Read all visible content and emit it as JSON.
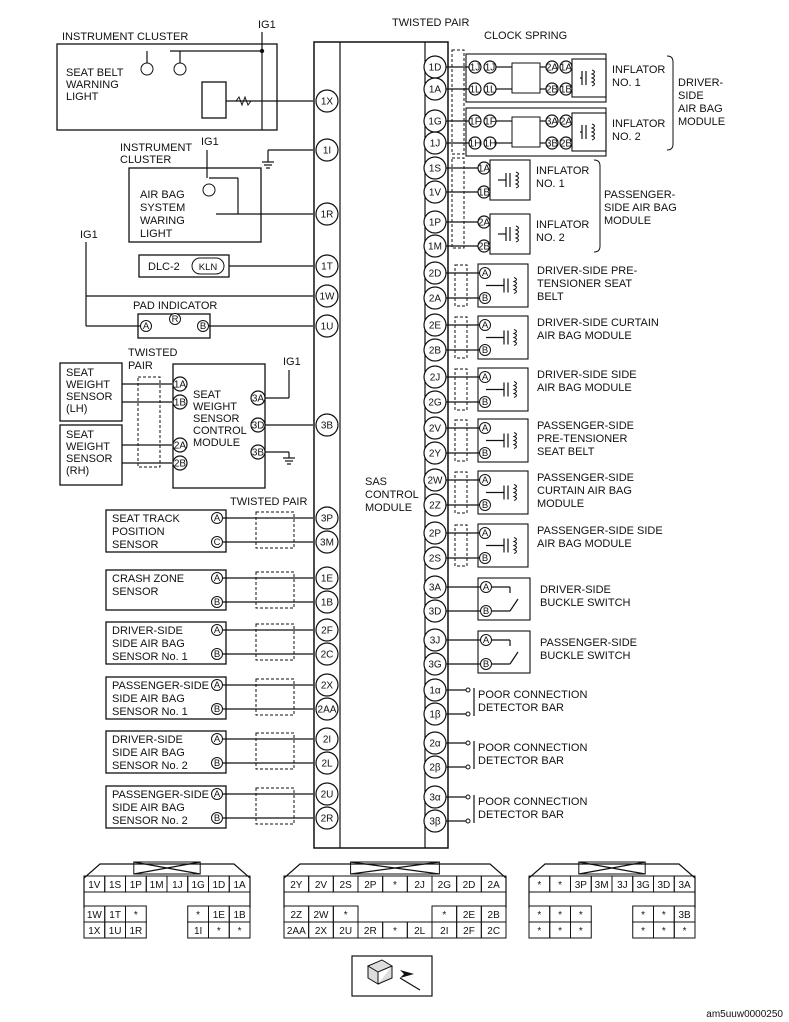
{
  "footer_code": "am5uuw0000250",
  "module": {
    "label_lines": [
      "SAS",
      "CONTROL",
      "MODULE"
    ]
  },
  "top_labels": {
    "twisted_pair_top": "TWISTED PAIR",
    "clock_spring": "CLOCK SPRING",
    "twisted_pair_left": "TWISTED PAIR",
    "twisted_pair_weight": [
      "TWISTED",
      "PAIR"
    ]
  },
  "left_components": {
    "cluster1": {
      "title": "INSTRUMENT CLUSTER",
      "ig": "IG1",
      "light_lines": [
        "SEAT BELT",
        "WARNING",
        "LIGHT"
      ],
      "pin": "1X"
    },
    "cluster2": {
      "title_lines": [
        "INSTRUMENT",
        "CLUSTER"
      ],
      "ig": "IG1",
      "light_lines": [
        "AIR BAG",
        "SYSTEM",
        "WARING",
        "LIGHT"
      ],
      "pins": [
        "1I",
        "1R"
      ]
    },
    "dlc": {
      "label": "DLC-2",
      "terminal": "KLN",
      "pin": "1T"
    },
    "ig1_left": "IG1",
    "pad": {
      "title": "PAD INDICATOR",
      "a": "A",
      "r": "R",
      "b": "B",
      "pins": [
        "1W",
        "1U"
      ]
    },
    "weight": {
      "sensor_lh_lines": [
        "SEAT",
        "WEIGHT",
        "SENSOR",
        "(LH)"
      ],
      "sensor_rh_lines": [
        "SEAT",
        "WEIGHT",
        "SENSOR",
        "(RH)"
      ],
      "module_lines": [
        "SEAT",
        "WEIGHT",
        "SENSOR",
        "CONTROL",
        "MODULE"
      ],
      "ig": "IG1",
      "pins_left": [
        "1A",
        "1B",
        "2A",
        "2B"
      ],
      "pins_right": [
        "3A",
        "3D",
        "3B"
      ],
      "sas_pin": "3B"
    },
    "sensors": [
      {
        "lines": [
          "SEAT TRACK",
          "POSITION",
          "SENSOR"
        ],
        "t1": "A",
        "t2": "C",
        "pins": [
          "3P",
          "3M"
        ]
      },
      {
        "lines": [
          "CRASH ZONE",
          "SENSOR"
        ],
        "t1": "A",
        "t2": "B",
        "pins": [
          "1E",
          "1B"
        ]
      },
      {
        "lines": [
          "DRIVER-SIDE",
          "SIDE AIR BAG",
          "SENSOR No. 1"
        ],
        "t1": "A",
        "t2": "B",
        "pins": [
          "2F",
          "2C"
        ]
      },
      {
        "lines": [
          "PASSENGER-SIDE",
          "SIDE AIR BAG",
          "SENSOR No. 1"
        ],
        "t1": "A",
        "t2": "B",
        "pins": [
          "2X",
          "2AA"
        ]
      },
      {
        "lines": [
          "DRIVER-SIDE",
          "SIDE AIR BAG",
          "SENSOR No. 2"
        ],
        "t1": "A",
        "t2": "B",
        "pins": [
          "2I",
          "2L"
        ]
      },
      {
        "lines": [
          "PASSENGER-SIDE",
          "SIDE AIR BAG",
          "SENSOR No. 2"
        ],
        "t1": "A",
        "t2": "B",
        "pins": [
          "2U",
          "2R"
        ]
      }
    ]
  },
  "right_components": {
    "driver_module": {
      "lines": [
        "DRIVER-",
        "SIDE",
        "AIR BAG",
        "MODULE"
      ]
    },
    "inflators_driver": [
      {
        "lines": [
          "INFLATOR",
          "NO. 1"
        ],
        "pins": [
          "1D",
          "1A"
        ],
        "cs_left": [
          "1J",
          "1L"
        ],
        "cs_right": [
          "2A",
          "2B"
        ],
        "inf_pins": [
          "1A",
          "1B"
        ]
      },
      {
        "lines": [
          "INFLATOR",
          "NO. 2"
        ],
        "pins": [
          "1G",
          "1J"
        ],
        "cs_left": [
          "1F",
          "1H"
        ],
        "cs_right": [
          "3A",
          "3B"
        ],
        "inf_pins": [
          "2A",
          "2B"
        ]
      }
    ],
    "passenger_module": {
      "lines": [
        "PASSENGER-",
        "SIDE AIR BAG",
        "MODULE"
      ]
    },
    "inflators_passenger": [
      {
        "lines": [
          "INFLATOR",
          "NO. 1"
        ],
        "pins": [
          "1S",
          "1V"
        ],
        "inf_pins": [
          "1A",
          "1B"
        ]
      },
      {
        "lines": [
          "INFLATOR",
          "NO. 2"
        ],
        "pins": [
          "1P",
          "1M"
        ],
        "inf_pins": [
          "2A",
          "2B"
        ]
      }
    ],
    "devices": [
      {
        "lines": [
          "DRIVER-SIDE PRE-",
          "TENSIONER SEAT",
          "BELT"
        ],
        "pins": [
          "2D",
          "2A"
        ]
      },
      {
        "lines": [
          "DRIVER-SIDE CURTAIN",
          "AIR BAG MODULE"
        ],
        "pins": [
          "2E",
          "2B"
        ]
      },
      {
        "lines": [
          "DRIVER-SIDE SIDE",
          "AIR BAG MODULE"
        ],
        "pins": [
          "2J",
          "2G"
        ]
      },
      {
        "lines": [
          "PASSENGER-SIDE",
          "PRE-TENSIONER",
          "SEAT BELT"
        ],
        "pins": [
          "2V",
          "2Y"
        ]
      },
      {
        "lines": [
          "PASSENGER-SIDE",
          "CURTAIN AIR BAG",
          "MODULE"
        ],
        "pins": [
          "2W",
          "2Z"
        ]
      },
      {
        "lines": [
          "PASSENGER-SIDE SIDE",
          "AIR BAG MODULE"
        ],
        "pins": [
          "2P",
          "2S"
        ]
      }
    ],
    "buckles": [
      {
        "lines": [
          "DRIVER-SIDE",
          "BUCKLE SWITCH"
        ],
        "pins": [
          "3A",
          "3D"
        ]
      },
      {
        "lines": [
          "PASSENGER-SIDE",
          "BUCKLE SWITCH"
        ],
        "pins": [
          "3J",
          "3G"
        ]
      }
    ],
    "detectors": [
      {
        "lines": [
          "POOR CONNECTION",
          "DETECTOR BAR"
        ],
        "pins": [
          "1α",
          "1β"
        ]
      },
      {
        "lines": [
          "POOR CONNECTION",
          "DETECTOR BAR"
        ],
        "pins": [
          "2α",
          "2β"
        ]
      },
      {
        "lines": [
          "POOR CONNECTION",
          "DETECTOR BAR"
        ],
        "pins": [
          "3α",
          "3β"
        ]
      }
    ],
    "ab": {
      "a": "A",
      "b": "B"
    }
  },
  "connectors": [
    {
      "rows": [
        [
          "1V",
          "1S",
          "1P",
          "1M",
          "1J",
          "1G",
          "1D",
          "1A"
        ],
        [
          "1W",
          "1T",
          "*",
          "",
          "",
          "*",
          "1E",
          "1B"
        ],
        [
          "1X",
          "1U",
          "1R",
          "",
          "",
          "1I",
          "*",
          "*"
        ]
      ]
    },
    {
      "rows": [
        [
          "2Y",
          "2V",
          "2S",
          "2P",
          "*",
          "2J",
          "2G",
          "2D",
          "2A"
        ],
        [
          "2Z",
          "2W",
          "*",
          "",
          "",
          "",
          "*",
          "2E",
          "2B"
        ],
        [
          "2AA",
          "2X",
          "2U",
          "2R",
          "*",
          "2L",
          "2I",
          "2F",
          "2C"
        ]
      ]
    },
    {
      "rows": [
        [
          "*",
          "*",
          "3P",
          "3M",
          "3J",
          "3G",
          "3D",
          "3A"
        ],
        [
          "*",
          "*",
          "*",
          "",
          "",
          "*",
          "*",
          "3B"
        ],
        [
          "*",
          "*",
          "*",
          "",
          "",
          "*",
          "*",
          "*"
        ]
      ]
    }
  ]
}
